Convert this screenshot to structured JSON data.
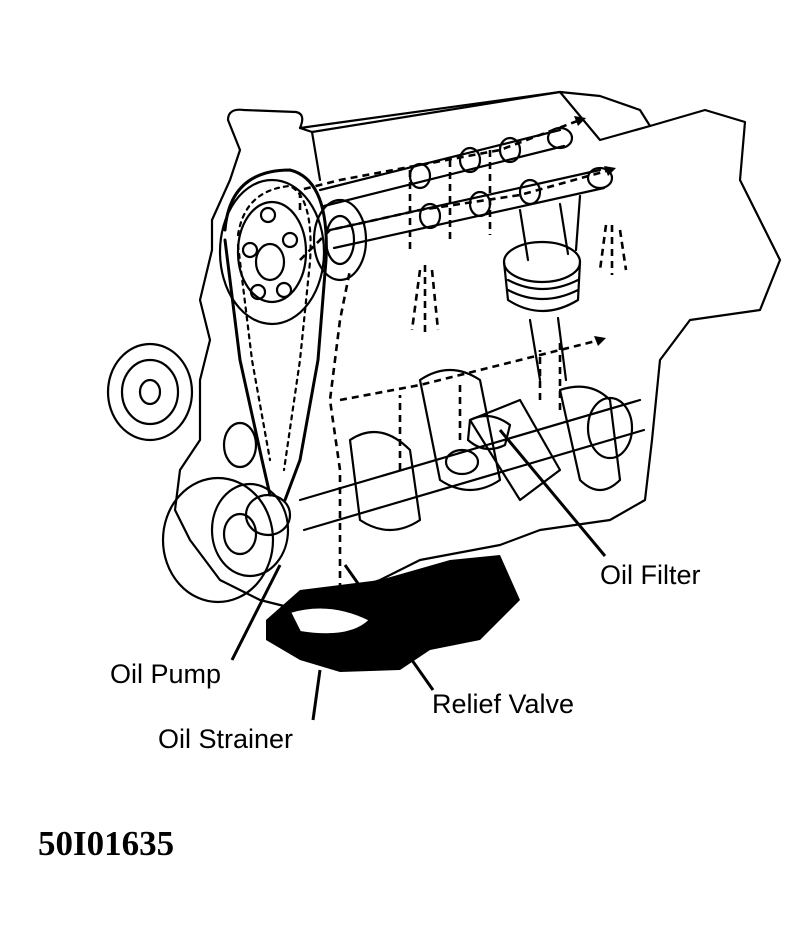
{
  "labels": {
    "oil_filter": "Oil Filter",
    "oil_pump": "Oil Pump",
    "relief_valve": "Relief Valve",
    "oil_strainer": "Oil Strainer"
  },
  "figure_code": "50I01635",
  "colors": {
    "ink": "#000000",
    "paper": "#ffffff"
  }
}
